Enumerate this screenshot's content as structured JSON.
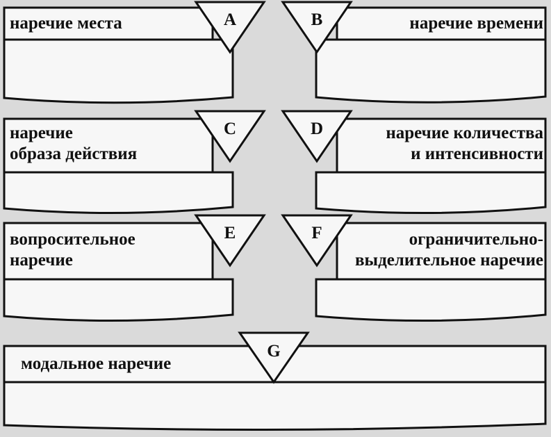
{
  "diagram": {
    "boxes": [
      {
        "id": "A",
        "letter": "A",
        "label": "наречие места",
        "side": "left"
      },
      {
        "id": "B",
        "letter": "B",
        "label": "наречие времени",
        "side": "right"
      },
      {
        "id": "C",
        "letter": "C",
        "label": "наречие\nобраза действия",
        "side": "left"
      },
      {
        "id": "D",
        "letter": "D",
        "label": "наречие количества\nи интенсивности",
        "side": "right"
      },
      {
        "id": "E",
        "letter": "E",
        "label": "вопросительное\nнаречие",
        "side": "left"
      },
      {
        "id": "F",
        "letter": "F",
        "label": "ограничительно-\nвыделительное наречие",
        "side": "right"
      },
      {
        "id": "G",
        "letter": "G",
        "label": "модальное наречие",
        "side": "full"
      }
    ]
  },
  "colors": {
    "background": "#dadada",
    "box_fill": "#f7f7f7",
    "stroke": "#111111"
  }
}
